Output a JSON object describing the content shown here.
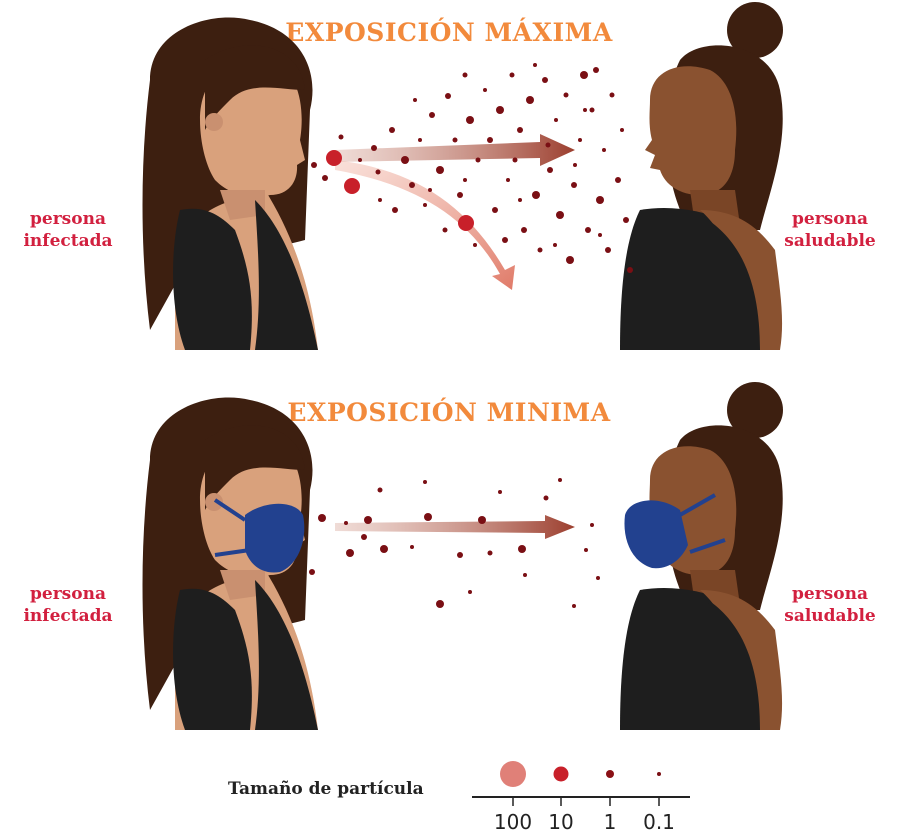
{
  "colors": {
    "title": "#f28a3c",
    "label": "#d2203f",
    "droplet": "#7a0f14",
    "droplet_big": "#c8202a",
    "arrow": "#a84a3a",
    "arrow_light": "#e07a68",
    "skin_light": "#d9a17c",
    "skin_dark": "#8a5230",
    "hair": "#3d1f10",
    "shirt": "#1e1e1e",
    "mask": "#22418f"
  },
  "panels": [
    {
      "title": "EXPOSICIÓN MÁXIMA",
      "left_label": "persona\ninfectada",
      "right_label": "persona\nsaludable",
      "mask": false
    },
    {
      "title": "EXPOSICIÓN MINIMA",
      "left_label": "persona\ninfectada",
      "right_label": "persona\nsaludable",
      "mask": true
    }
  ],
  "legend": {
    "title": "Tamaño de partícula",
    "sizes": [
      "100",
      "10",
      "1",
      "0.1"
    ]
  }
}
